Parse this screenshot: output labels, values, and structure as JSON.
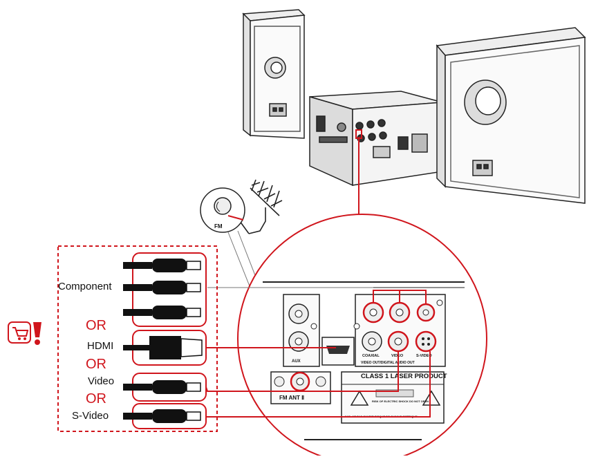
{
  "labels": {
    "component": "Component",
    "or": "OR",
    "hdmi": "HDMI",
    "video": "Video",
    "svideo": "S-Video"
  },
  "panel": {
    "fm": "FM",
    "class1": "CLASS 1 LASER PRODUCT",
    "coaxial": "COAXIAL",
    "video_jack": "VIDEO",
    "svideo_jack": "S-VIDEO",
    "fm_ant": "FM ANT Ⅱ",
    "video_out": "VIDEO OUT/DIGITAL AUDIO OUT",
    "aux": "AUX",
    "shock": "RISK OF ELECTRIC SHOCK DO NOT OPEN",
    "avis": "AVIS: NE PAS OUVRIR RISQUE DE CHOC ELECTRIQUE"
  },
  "colors": {
    "accent": "#d0151c",
    "line": "#111111"
  },
  "icons": {
    "cart": "shopping-cart-icon",
    "alert": "exclamation-icon"
  }
}
